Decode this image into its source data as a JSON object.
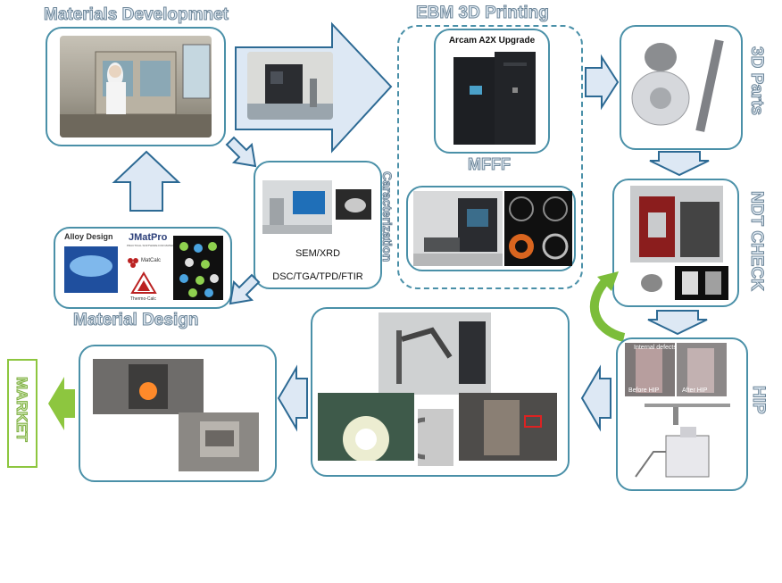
{
  "titles": {
    "materials_development": "Materials Developmnet",
    "ebm_printing": "EBM 3D Printing",
    "parts": "3D Parts",
    "ndt_check": "NDT CHECK",
    "hip": "HIP",
    "material_design": "Material Design",
    "characterization": "Caracterization",
    "mfff": "MFFF",
    "market": "MARKET"
  },
  "captions": {
    "arcam": "Arcam A2X Upgrade",
    "sem_xrd": "SEM/XRD",
    "dsc": "DSC/TGA/TPD/FTIR",
    "alloy_design": "Alloy Design",
    "imatpro": "JMatPro",
    "imatpro_sub": "PRACTICAL SOFTWARE FOR MATERIALS PROPERTIES",
    "matcalc": "MatCalc",
    "thermocalc": "Thermo-Calc",
    "before_hip": "Before HIP",
    "after_hip": "After HIP",
    "internal_defects": "Internal defects"
  },
  "colors": {
    "box_border": "#4a90a8",
    "arrow_fill": "#dde8f4",
    "arrow_stroke": "#2d6a94",
    "green": "#7cbd3a",
    "title_fill": "#dfe9f2"
  }
}
